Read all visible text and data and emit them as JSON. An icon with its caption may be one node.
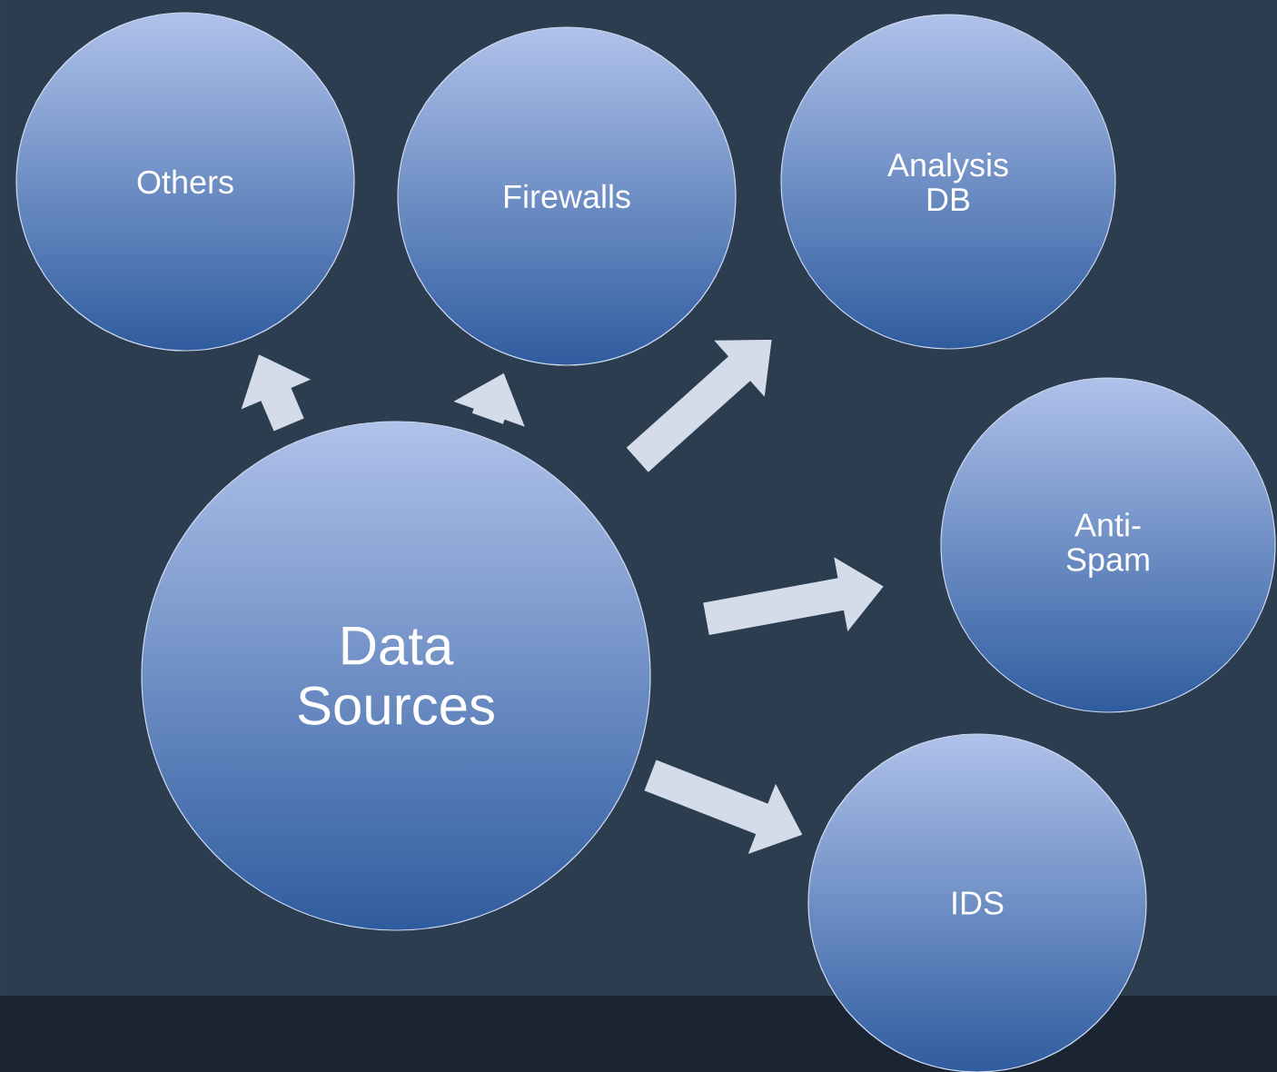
{
  "diagram": {
    "nodes": [
      {
        "text": [
          "Others"
        ]
      },
      {
        "text": [
          "Firewalls"
        ]
      },
      {
        "text": [
          "Analysis DB"
        ]
      },
      {
        "text": [
          "Anti-Spam"
        ]
      },
      {
        "text": [
          "Data Sources"
        ]
      },
      {
        "text": [
          "IDS"
        ]
      }
    ],
    "edges": [
      {
        "from": 4,
        "to": 0,
        "arrow": "to"
      },
      {
        "from": 4,
        "to": 1,
        "arrow": "to"
      },
      {
        "from": 4,
        "to": 2,
        "arrow": "to"
      },
      {
        "from": 4,
        "to": 3,
        "arrow": "to"
      },
      {
        "from": 4,
        "to": 5,
        "arrow": "to"
      }
    ]
  }
}
